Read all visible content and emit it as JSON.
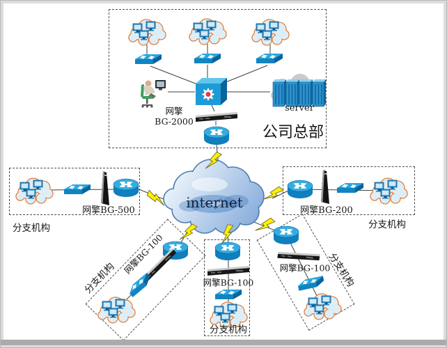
{
  "hq": {
    "region_label": "公司总部",
    "appliance": {
      "line1": "网擎",
      "line2": "BG-2000"
    },
    "server_label": "server"
  },
  "internet_label": "internet",
  "branches": {
    "left": {
      "appliance_label": "网擎BG-500",
      "region_label": "分支机构"
    },
    "right": {
      "appliance_label": "网擎BG-200",
      "region_label": "分支机构"
    },
    "bottom_left": {
      "appliance_label": "网擎BG-100",
      "region_label": "分支机构"
    },
    "bottom_middle": {
      "appliance_label": "网擎BG-100",
      "region_label": "分支机构"
    },
    "bottom_right": {
      "appliance_label": "网擎BG-100",
      "region_label": "分支机构"
    }
  },
  "colors": {
    "device_blue": "#1e9bd7",
    "router_blue": "#0f7fbd",
    "lan_cloud_outline": "#e0762a",
    "internet_cloud_fill": "#8fb3dc",
    "lightning_yellow": "#ffef00",
    "appliance_dark": "#181818",
    "server_tower_blue": "#2d93cd"
  }
}
